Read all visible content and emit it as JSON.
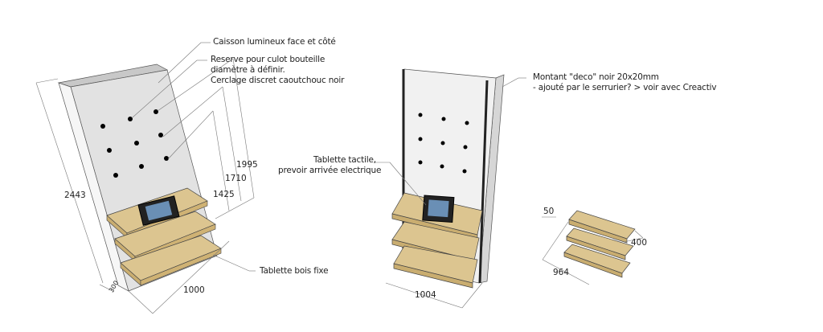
{
  "annotations": {
    "caisson": "Caisson lumineux face et côté",
    "reserve": [
      "Reserve pour culot bouteille",
      "diamètre à définir.",
      "Cerclage discret caoutchouc noir"
    ],
    "tablette_tactile": [
      "Tablette tactile,",
      "prevoir arrivée electrique"
    ],
    "tablette_bois": "Tablette bois fixe",
    "montant": [
      "Montant \"deco\" noir 20x20mm",
      "- ajouté par le serrurier? > voir avec Creactiv"
    ]
  },
  "dimensions": {
    "height_total": "2443",
    "depth": "300",
    "h1995": "1995",
    "h1710": "1710",
    "h1425": "1425",
    "width_left": "1000",
    "width_middle": "1004",
    "shelf_width": "964",
    "shelf_depth": "400",
    "shelf_lip": "50"
  },
  "colors": {
    "panel": "#e3e3e3",
    "side": "#f4f4f4",
    "wood": "#d9c08a",
    "metal": "#222222"
  }
}
